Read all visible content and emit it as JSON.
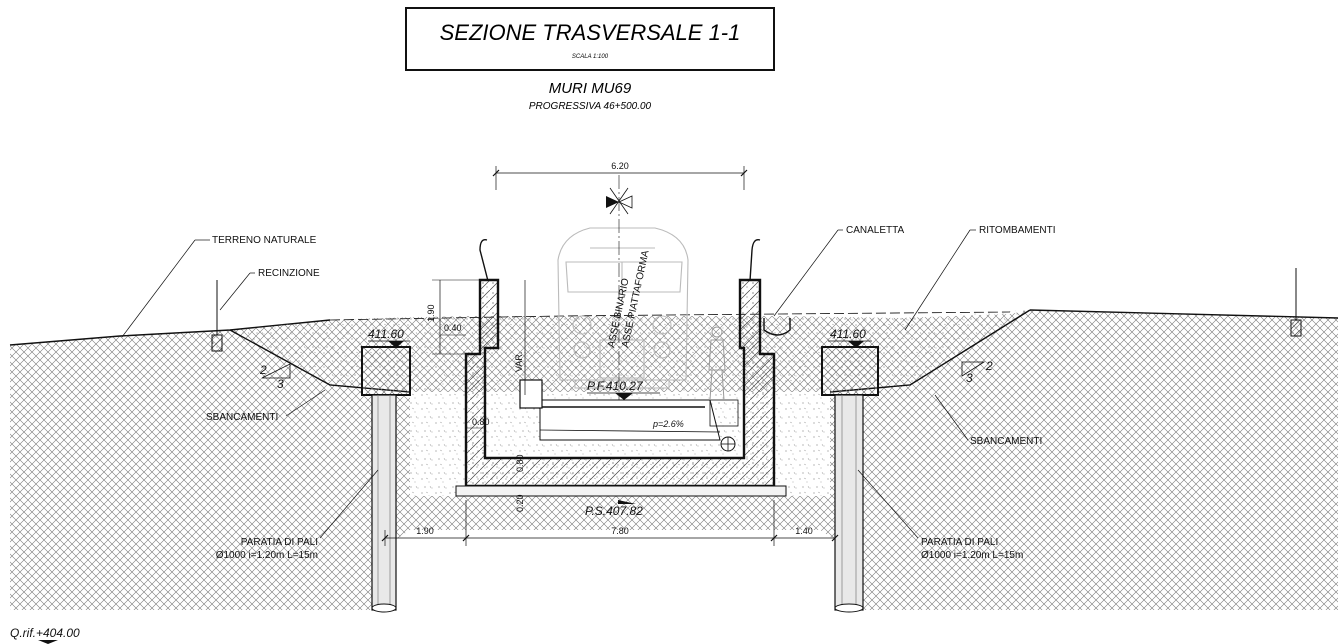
{
  "title": "SEZIONE TRASVERSALE 1-1",
  "scale": "SCALA 1:100",
  "subtitle": "MURI MU69",
  "progressive": "PROGRESSIVA 46+500.00",
  "labels": {
    "terreno_naturale": "TERRENO NATURALE",
    "recinzione": "RECINZIONE",
    "canaletta": "CANALETTA",
    "ritombamenti": "RITOMBAMENTI",
    "sbancamenti_left": "SBANCAMENTI",
    "sbancamenti_right": "SBANCAMENTI",
    "paratia_left": "PARATIA DI PALI",
    "paratia_left_spec": "Ø1000 i=1.20m L=15m",
    "paratia_right": "PARATIA DI PALI",
    "paratia_right_spec": "Ø1000 i=1.20m L=15m",
    "asse_binario": "ASSE BINARIO",
    "asse_piattaforma": "ASSE PIATTAFORMA"
  },
  "elevations": {
    "left_top": "411.60",
    "right_top": "411.60",
    "pf": "P.F.410.27",
    "ps": "P.S.407.82",
    "qrif": "Q.rif.+404.00"
  },
  "dimensions": {
    "top_width": "6.20",
    "d_190_v": "1.90",
    "d_040": "0.40",
    "var": "VAR.",
    "d_080_side": "0.80",
    "d_080_bottom": "0.80",
    "d_020": "0.20",
    "slope": "p=2.6%",
    "bottom_left": "1.90",
    "bottom_mid": "7.80",
    "bottom_right": "1.40",
    "slope_left_v": "2",
    "slope_left_h": "3",
    "slope_right_v": "2",
    "slope_right_h": "3"
  }
}
